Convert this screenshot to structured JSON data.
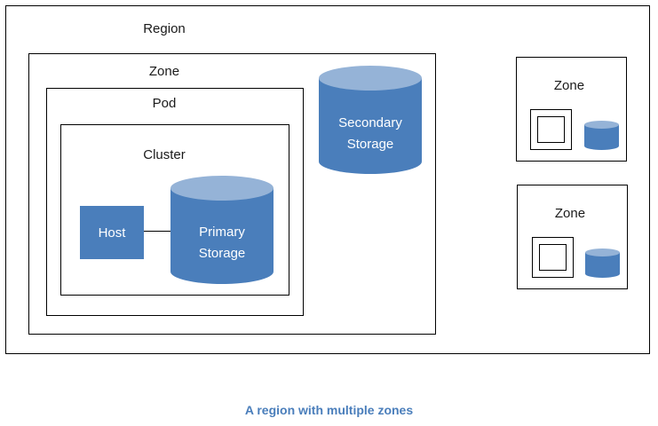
{
  "colors": {
    "accent": "#4a7ebb",
    "accent_top": "#95b3d7",
    "border": "#000000"
  },
  "region": {
    "label": "Region"
  },
  "main_zone": {
    "label": "Zone"
  },
  "pod": {
    "label": "Pod"
  },
  "cluster": {
    "label": "Cluster"
  },
  "host": {
    "label": "Host"
  },
  "primary_storage": {
    "line1": "Primary",
    "line2": "Storage"
  },
  "secondary_storage": {
    "line1": "Secondary",
    "line2": "Storage"
  },
  "zones_right": [
    {
      "label": "Zone"
    },
    {
      "label": "Zone"
    }
  ],
  "caption": "A region with multiple zones"
}
